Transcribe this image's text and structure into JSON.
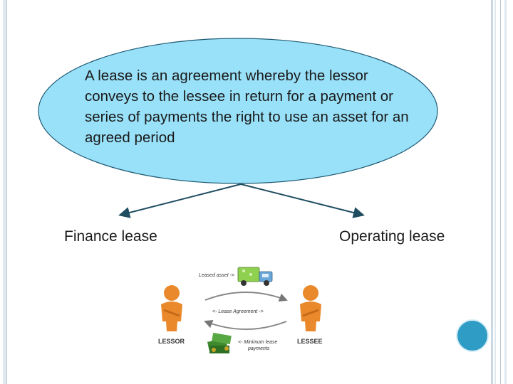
{
  "definition": "A lease is an agreement whereby the lessor conveys to the lessee in return for a payment or series of payments the right to use an asset for an agreed period",
  "branches": {
    "left": "Finance lease",
    "right": "Operating lease"
  },
  "illustration": {
    "leased_asset": "Leased asset ->",
    "agreement": "<- Lease Agreement ->",
    "payments_line1": "<- Minimum lease",
    "payments_line2": "payments",
    "lessor": "LESSOR",
    "lessee": "LESSEE"
  },
  "colors": {
    "ellipse_fill": "#99e1f9",
    "ellipse_stroke": "#1f5a73",
    "accent_circle": "#2e9cc4",
    "person": "#e9892c"
  }
}
